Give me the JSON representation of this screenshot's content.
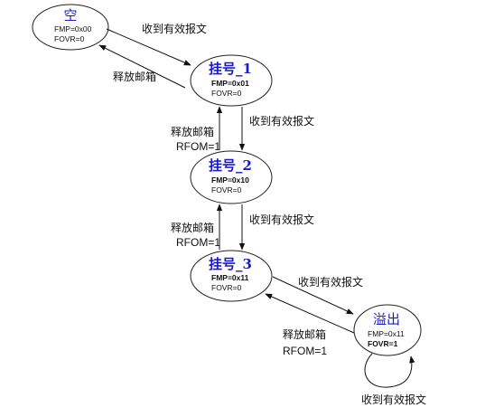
{
  "states": {
    "empty": {
      "title": "空",
      "line1": "FMP=0x00",
      "line2": "FOVR=0"
    },
    "pending1": {
      "title": "挂号_1",
      "line1": "FMP=0x01",
      "line2": "FOVR=0"
    },
    "pending2": {
      "title": "挂号_2",
      "line1": "FMP=0x10",
      "line2": "FOVR=0"
    },
    "pending3": {
      "title": "挂号_3",
      "line1": "FMP=0x11",
      "line2": "FOVR=0"
    },
    "overflow": {
      "title": "溢出",
      "line1": "FMP=0x11",
      "line2": "FOVR=1"
    }
  },
  "transitions": {
    "receive": "收到有效报文",
    "release": "释放邮箱",
    "rfom": "RFOM=1"
  },
  "colors": {
    "title": "#1a1acc",
    "line": "#111111"
  }
}
